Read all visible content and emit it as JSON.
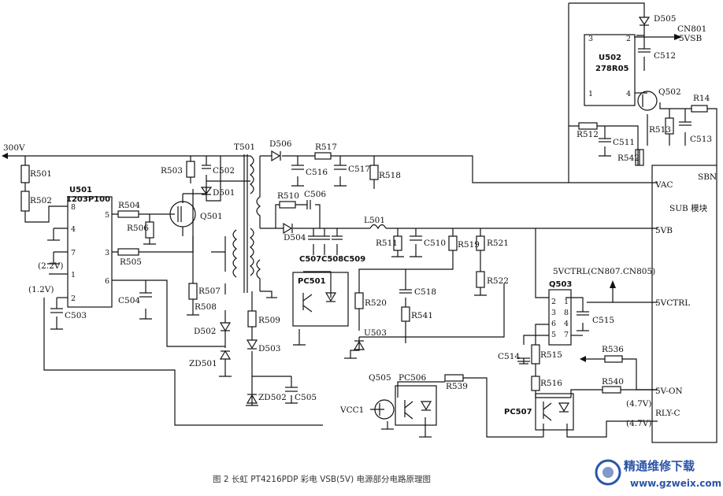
{
  "caption": "图 2  长虹 PT4216PDP 彩电 VSB(5V) 电源部分电路原理图",
  "input_voltage": "300V",
  "u501": {
    "ref": "U501",
    "part": "1203P100",
    "pins": [
      "8",
      "4",
      "7",
      "1",
      "2",
      "5",
      "3",
      "6"
    ]
  },
  "u502": {
    "ref": "U502",
    "part": "278R05",
    "pins": [
      "3",
      "2",
      "1",
      "4"
    ]
  },
  "transformer": "T501",
  "sub_module": {
    "title": "SUB 模块",
    "pins": [
      "SBN",
      "VAC",
      "5VB",
      "5VCTRL",
      "5V-ON",
      "RLY-C"
    ]
  },
  "labels": {
    "cn801": "CN801",
    "vsb5": "5VSB",
    "vctrl_note": "5VCTRL(CN807.CN805)",
    "vcc1": "VCC1",
    "v22": "(2.2V)",
    "v12": "(1.2V)",
    "v47a": "(4.7V)",
    "v47b": "(4.7V)"
  },
  "parts": {
    "r501": "R501",
    "r502": "R502",
    "r503": "R503",
    "c502": "C502",
    "d501": "D501",
    "q501": "Q501",
    "r504": "R504",
    "r506": "R506",
    "r505": "R505",
    "c504": "C504",
    "c503": "C503",
    "r507": "R507",
    "r508": "R508",
    "d502": "D502",
    "zd501": "ZD501",
    "r509": "R509",
    "d503": "D503",
    "zd502": "ZD502",
    "c505": "C505",
    "d506": "D506",
    "r517": "R517",
    "c516": "C516",
    "c517": "C517",
    "r518": "R518",
    "r510": "R510",
    "c506": "C506",
    "d504": "D504",
    "c507": "C507",
    "c508": "C508",
    "c509": "C509",
    "l501": "L501",
    "r511": "R511",
    "c510": "C510",
    "r519": "R519",
    "r521": "R521",
    "r522": "R522",
    "pc501": "PC501",
    "r520": "R520",
    "c518": "C518",
    "r541": "R541",
    "u503": "U503",
    "q503": "Q503",
    "c515": "C515",
    "c514": "C514",
    "r515": "R515",
    "r536": "R536",
    "r516": "R516",
    "r540": "R540",
    "pc507": "PC507",
    "q505": "Q505",
    "pc506": "PC506",
    "r539": "R539",
    "d505": "D505",
    "c512": "C512",
    "q502": "Q502",
    "r14": "R14",
    "r512": "R512",
    "c511": "C511",
    "r513": "R513",
    "c513": "C513",
    "r542": "R542"
  },
  "q503_pins": [
    "2",
    "1",
    "3",
    "8",
    "6",
    "4",
    "5",
    "7"
  ],
  "watermark": {
    "title": "精通维修下载",
    "url": "www.gzweix.com",
    "accent": "#2b55a8"
  }
}
